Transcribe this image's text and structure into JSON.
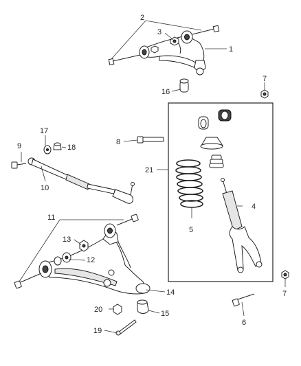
{
  "callouts": {
    "c1": "1",
    "c2": "2",
    "c3": "3",
    "c4": "4",
    "c5": "5",
    "c6": "6",
    "c7a": "7",
    "c7b": "7",
    "c8": "8",
    "c9": "9",
    "c10": "10",
    "c11": "11",
    "c12": "12",
    "c13": "13",
    "c14": "14",
    "c15": "15",
    "c16": "16",
    "c17": "17",
    "c18": "18",
    "c19": "19",
    "c20": "20",
    "c21": "21"
  },
  "parts": {
    "upper_control_arm": "upper-control-arm",
    "shock_absorber": "shock-absorber",
    "coil_spring": "coil-spring",
    "lower_control_arm": "lower-control-arm",
    "tie_rod": "tie-rod"
  }
}
